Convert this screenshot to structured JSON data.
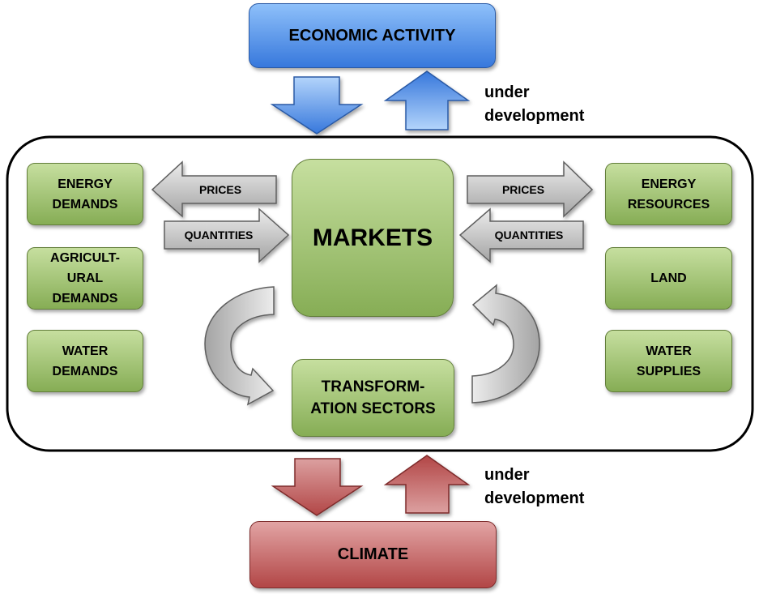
{
  "top_module": {
    "label": "ECONOMIC ACTIVITY",
    "note": "under\ndevelopment"
  },
  "bottom_module": {
    "label": "CLIMATE",
    "note": "under\ndevelopment"
  },
  "core": {
    "markets": "MARKETS",
    "transformation": "TRANSFORM-\nATION SECTORS"
  },
  "demands": [
    "ENERGY\nDEMANDS",
    "AGRICULT-\nURAL\nDEMANDS",
    "WATER\nDEMANDS"
  ],
  "supplies": [
    "ENERGY\nRESOURCES",
    "LAND",
    "WATER\nSUPPLIES"
  ],
  "flows": {
    "left": {
      "prices": "PRICES",
      "quantities": "QUANTITIES"
    },
    "right": {
      "prices": "PRICES",
      "quantities": "QUANTITIES"
    }
  },
  "colors": {
    "blue_top": "#8ec0fa",
    "blue_bottom": "#3778dc",
    "blue_border": "#2a5aa6",
    "blue_arrow_light": "#b3d4fb",
    "red_top": "#e2a4a4",
    "red_bottom": "#b24646",
    "red_border": "#7e2c2c",
    "red_arrow_light": "#dca0a0",
    "green_top": "#c6df9f",
    "green_bottom": "#86ad55",
    "green_border": "#637f3b",
    "gray_light": "#ececec",
    "gray_dark": "#a4a4a4",
    "gray_border": "#5e5e5e",
    "frame": "#000000"
  }
}
